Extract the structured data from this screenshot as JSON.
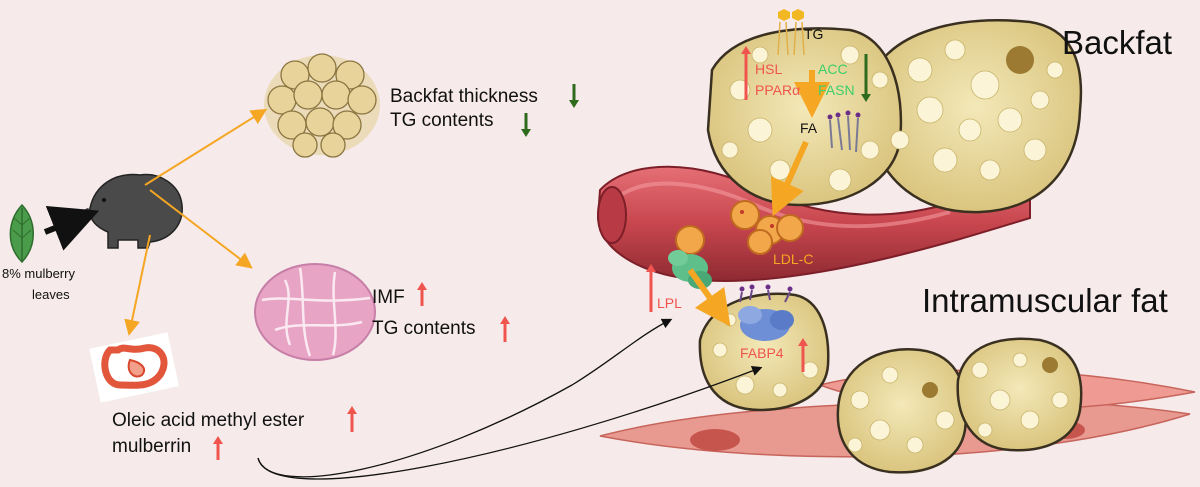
{
  "left": {
    "leaf_label_line1": "8% mulberry",
    "leaf_label_line2": "leaves",
    "backfat_effects": [
      "Backfat thickness",
      "TG contents"
    ],
    "imf_effects": [
      "IMF",
      "TG contents"
    ],
    "metabolites": [
      "Oleic acid methyl ester",
      "mulberrin"
    ]
  },
  "right": {
    "backfat_title": "Backfat",
    "imf_title": "Intramuscular fat",
    "tg": "TG",
    "fa": "FA",
    "hsl": "HSL",
    "ppara": "PPARα",
    "acc": "ACC",
    "fasn": "FASN",
    "ldlc": "LDL-C",
    "lpl": "LPL",
    "fabp4": "FABP4"
  },
  "colors": {
    "up_arrow": "#f0544e",
    "down_arrow": "#2e6b1e",
    "flow_arrow": "#f5a623",
    "adipocyte": "#e8d9a0",
    "vessel": "#c8464e"
  }
}
